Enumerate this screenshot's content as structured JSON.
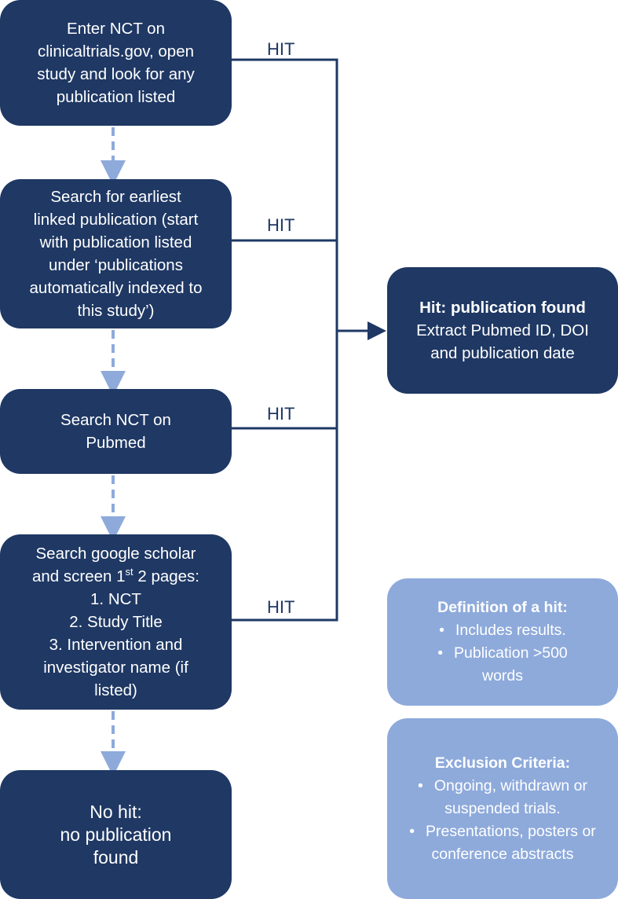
{
  "flow": {
    "step1": {
      "lines": [
        "Enter NCT on",
        "clinicaltrials.gov, open",
        "study and look for any",
        "publication listed"
      ]
    },
    "step2": {
      "lines": [
        "Search for earliest",
        "linked publication (start",
        "with publication listed",
        "under ‘publications",
        "automatically indexed to",
        "this study’)"
      ]
    },
    "step3": {
      "lines": [
        "Search NCT on",
        "Pubmed"
      ]
    },
    "step4": {
      "line1": "Search google scholar",
      "line2_pre": "and screen 1",
      "line2_sup": "st",
      "line2_post": " 2 pages:",
      "items": [
        "1. NCT",
        "2. Study Title",
        "3. Intervention and",
        "investigator name (if",
        "listed)"
      ]
    },
    "no_hit": {
      "lines": [
        "No hit:",
        "no publication",
        "found"
      ]
    }
  },
  "hit_labels": [
    "HIT",
    "HIT",
    "HIT",
    "HIT"
  ],
  "result": {
    "title": "Hit: publication found",
    "lines": [
      "Extract Pubmed ID, DOI",
      "and publication date"
    ]
  },
  "definition": {
    "title": "Definition of a hit:",
    "bullet": "•",
    "items": [
      {
        "lines": [
          "Includes results."
        ]
      },
      {
        "lines": [
          "Publication >500",
          "words"
        ]
      }
    ]
  },
  "exclusion": {
    "title": "Exclusion Criteria:",
    "bullet": "•",
    "items": [
      {
        "lines": [
          "Ongoing, withdrawn or",
          "suspended trials."
        ]
      },
      {
        "lines": [
          "Presentations, posters or",
          "conference abstracts"
        ]
      }
    ]
  },
  "colors": {
    "dark_box": "#1f3864",
    "light_box": "#8eaadb",
    "dashed_arrow": "#8eaadb",
    "connector": "#1f3864",
    "text_on_box": "#ffffff"
  }
}
